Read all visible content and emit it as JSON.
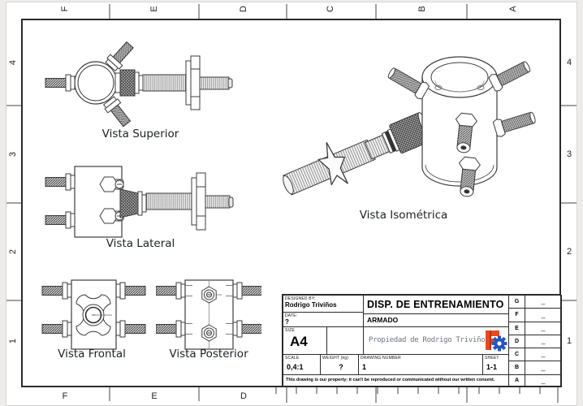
{
  "drawing": {
    "views": [
      {
        "id": "superior",
        "caption": "Vista Superior"
      },
      {
        "id": "lateral",
        "caption": "Vista Lateral"
      },
      {
        "id": "frontal",
        "caption": "Vista Frontal"
      },
      {
        "id": "posterior",
        "caption": "Vista Posterior"
      },
      {
        "id": "isometrica",
        "caption": "Vista Isométrica"
      }
    ]
  },
  "border": {
    "top_letters": [
      "F",
      "E",
      "D",
      "C",
      "B",
      "A"
    ],
    "bottom_letters": [
      "F",
      "E",
      "D"
    ],
    "left_numbers": [
      "4",
      "3",
      "2",
      "1"
    ],
    "right_numbers": [
      "4",
      "3",
      "2",
      "1"
    ]
  },
  "title_block": {
    "designed_by_label": "DESIGNED BY:",
    "designed_by": "Rodrigo Triviños",
    "date_label": "DATE:",
    "date": "?",
    "size_label": "SIZE",
    "size": "A4",
    "title": "DISP. DE ENTRENAMIENTO",
    "subtitle": "ARMADO",
    "property_note": "Propiedad de Rodrigo Triviños",
    "scale_label": "SCALE",
    "scale": "0,4:1",
    "weight_label": "WEIGHT  (kg)",
    "weight": "?",
    "drawing_number_label": "DRAWING NUMBER",
    "drawing_number": "1",
    "sheet_label": "SHEET",
    "sheet": "1-1",
    "disclaimer": "This drawing is our property; it can't be reproduced or communicated without our written consent.",
    "zone_letters": [
      "G",
      "F",
      "E",
      "D",
      "C",
      "B",
      "A"
    ],
    "zone_dash": "_"
  },
  "colors": {
    "canvas": "#edecea",
    "paper": "#ffffff",
    "frame_line": "#2b2b2b",
    "caption_text": "#1c2026",
    "property_text": "#6e7280",
    "logo_orange": "#e8491d",
    "logo_blue": "#2456c0"
  }
}
